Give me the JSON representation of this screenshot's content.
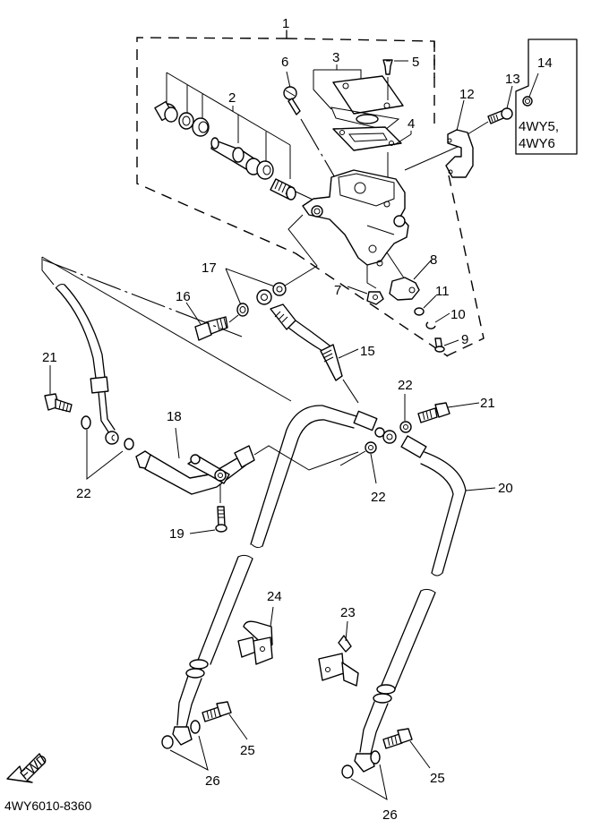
{
  "diagram": {
    "catalog_code": "4WY6010-8360",
    "direction_badge": "FWD",
    "variant_note": {
      "line1": "4WY5,",
      "line2": "4WY6"
    },
    "callouts": {
      "c1": "1",
      "c2": "2",
      "c3": "3",
      "c4": "4",
      "c5": "5",
      "c6": "6",
      "c7": "7",
      "c8": "8",
      "c9": "9",
      "c10": "10",
      "c11": "11",
      "c12": "12",
      "c13": "13",
      "c14": "14",
      "c15": "15",
      "c16": "16",
      "c17": "17",
      "c18": "18",
      "c19": "19",
      "c20": "20",
      "c21a": "21",
      "c21b": "21",
      "c22a": "22",
      "c22b": "22",
      "c22c": "22",
      "c23": "23",
      "c24": "24",
      "c25a": "25",
      "c25b": "25",
      "c26a": "26",
      "c26b": "26"
    }
  }
}
